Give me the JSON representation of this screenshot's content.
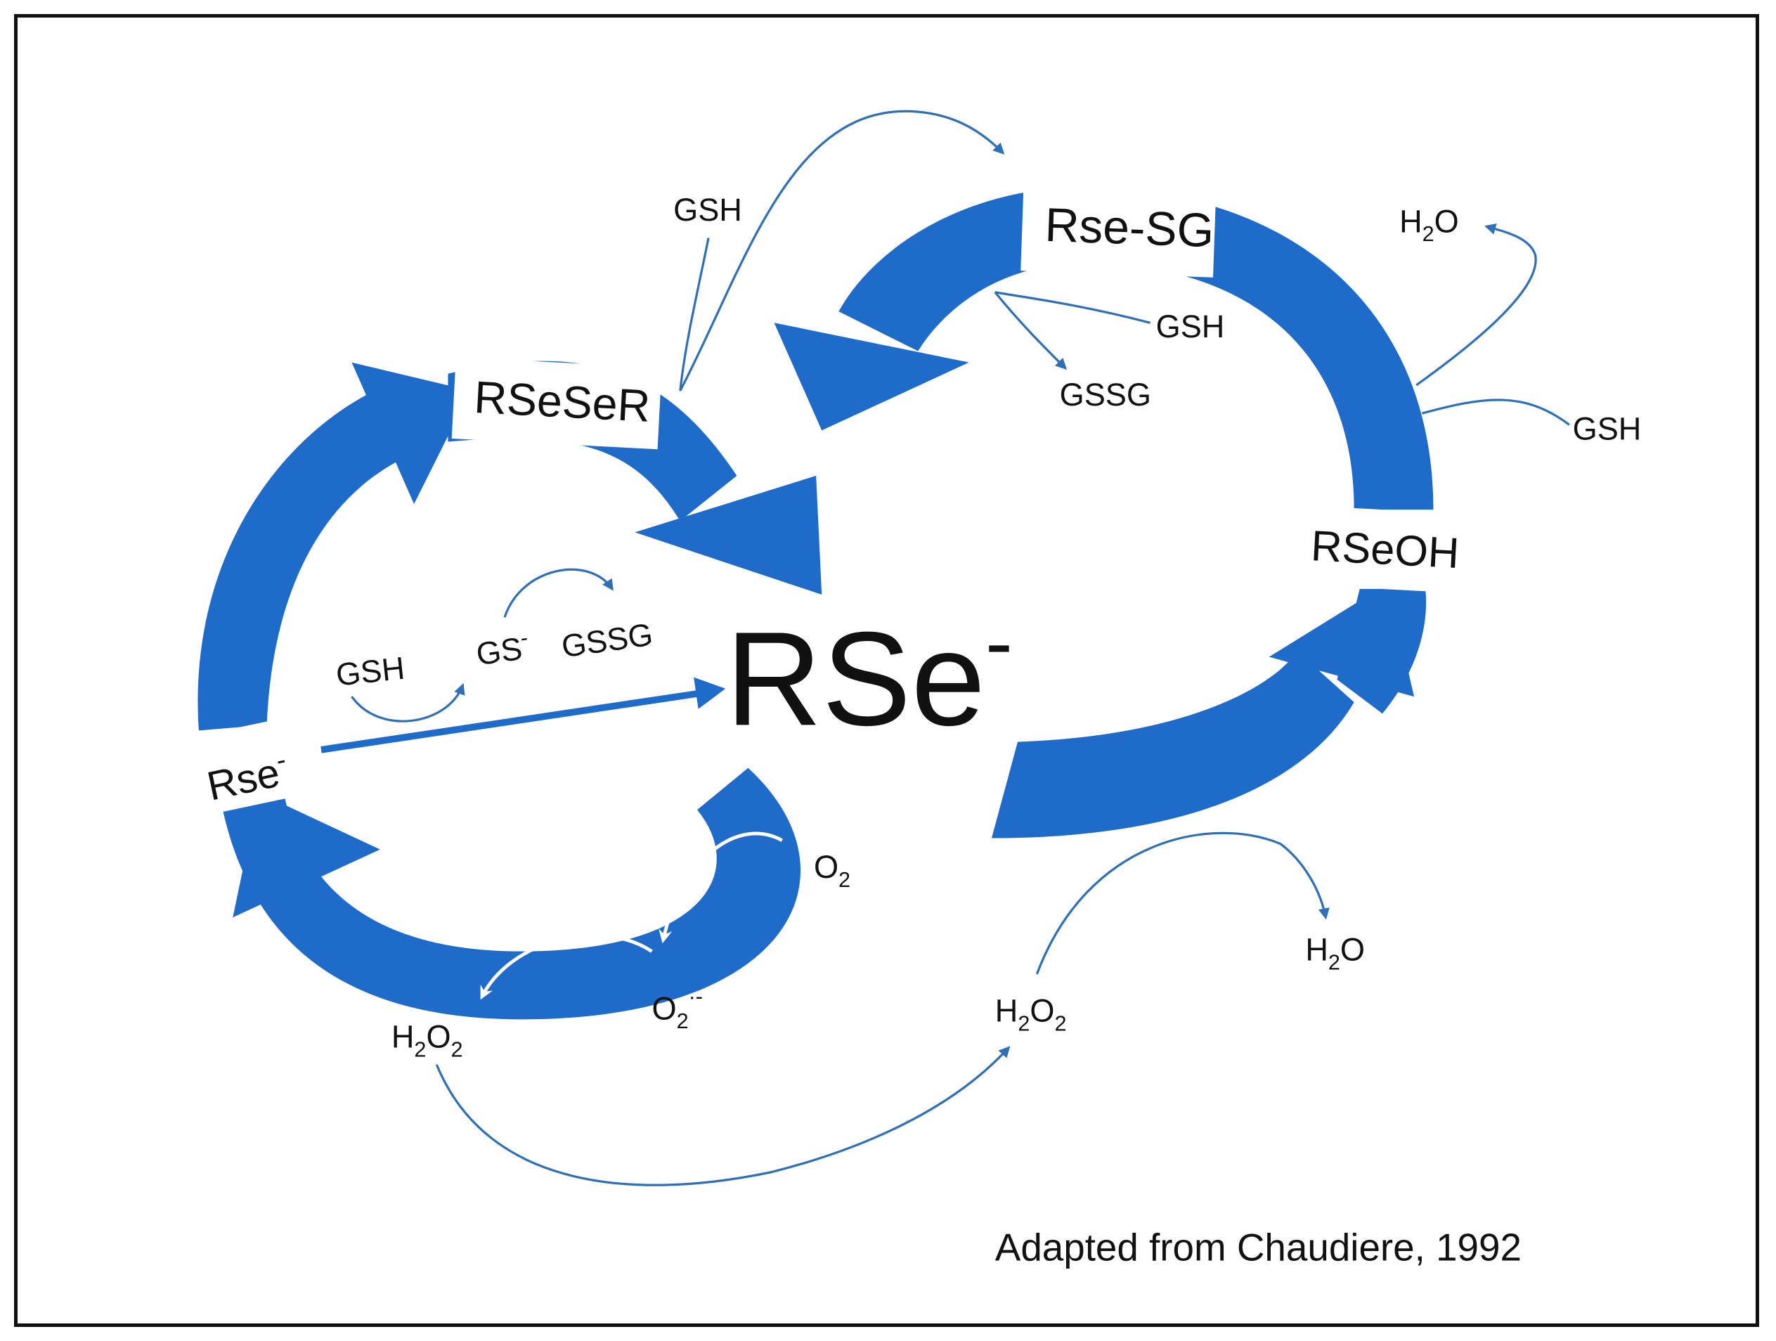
{
  "colors": {
    "band": "#1f6bc9",
    "thin_arrow": "#2f6fb6",
    "text": "#111111",
    "background": "#ffffff"
  },
  "labels": {
    "center": {
      "base": "RSe",
      "sup": "-"
    },
    "rseser": "RSeSeR",
    "rse_sg": "Rse-SG",
    "rseoh": "RSeOH",
    "rse_left": {
      "base": "Rse",
      "sup": "-"
    },
    "gsh_top": "GSH",
    "gsh_mid": "GSH",
    "gssg_mid": "GSSG",
    "h2o_top": {
      "base": "H",
      "sub": "2",
      "tail": "O"
    },
    "gsh_right": "GSH",
    "gsh_inner": "GSH",
    "gs_inner": {
      "base": "GS",
      "sup": "-"
    },
    "gssg_inner": "GSSG",
    "o2": {
      "base": "O",
      "sub": "2"
    },
    "superoxide": {
      "base": "O",
      "sub": "2",
      "sup": "·-"
    },
    "h2o2_left": {
      "base": "H",
      "sub1": "2",
      "mid": "O",
      "sub2": "2"
    },
    "h2o2_right": {
      "base": "H",
      "sub1": "2",
      "mid": "O",
      "sub2": "2"
    },
    "h2o_bottom": {
      "base": "H",
      "sub": "2",
      "tail": "O"
    }
  },
  "caption": "Adapted from Chaudiere, 1992"
}
